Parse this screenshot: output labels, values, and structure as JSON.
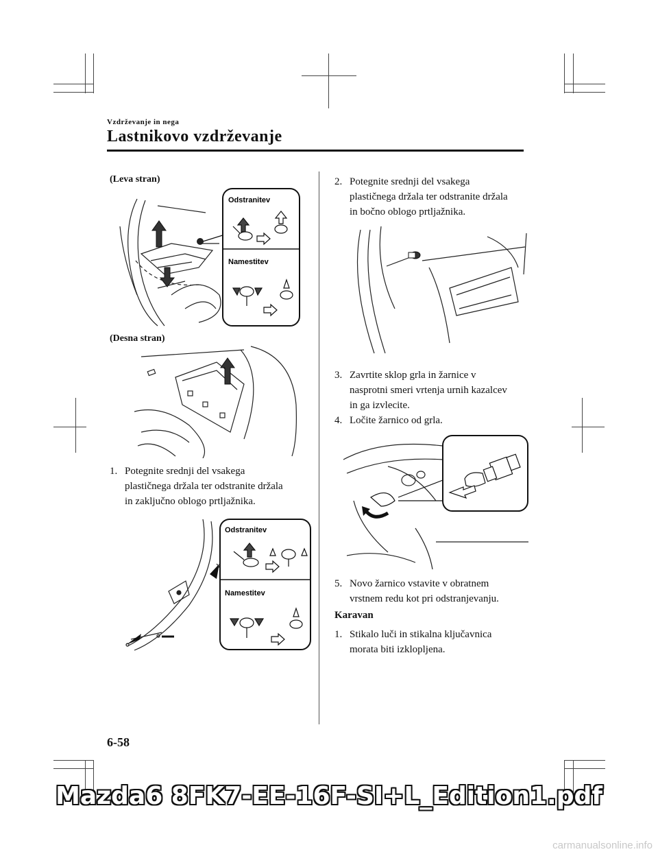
{
  "header": {
    "section": "Vzdrževanje in nega",
    "title": "Lastnikovo vzdrževanje"
  },
  "left_column": {
    "caption_left": "(Leva stran)",
    "caption_right": "(Desna stran)",
    "inset_remove": "Odstranitev",
    "inset_install": "Namestitev",
    "step1": {
      "num": "1.",
      "lines": [
        "Potegnite srednji del vsakega",
        "plastičnega držala ter odstranite držala",
        "in zaključno oblogo prtljažnika."
      ]
    }
  },
  "right_column": {
    "step2": {
      "num": "2.",
      "lines": [
        "Potegnite srednji del vsakega",
        "plastičnega držala ter odstranite držala",
        "in bočno oblogo prtljažnika."
      ]
    },
    "step3": {
      "num": "3.",
      "lines": [
        "Zavrtite sklop grla in žarnice v",
        "nasprotni smeri vrtenja urnih kazalcev",
        "in ga izvlecite."
      ]
    },
    "step4": {
      "num": "4.",
      "lines": [
        "Ločite žarnico od grla."
      ]
    },
    "step5": {
      "num": "5.",
      "lines": [
        "Novo žarnico vstavite v obratnem",
        "vrstnem redu kot pri odstranjevanju."
      ]
    },
    "subheading": "Karavan",
    "step_k1": {
      "num": "1.",
      "lines": [
        "Stikalo luči in stikalna ključavnica",
        "morata biti izklopljena."
      ]
    }
  },
  "page_number": "6-58",
  "footer_filename": "Mazda6 8FK7-EE-16F-SI+L_Edition1.pdf",
  "watermark": "carmanualsonline.info"
}
